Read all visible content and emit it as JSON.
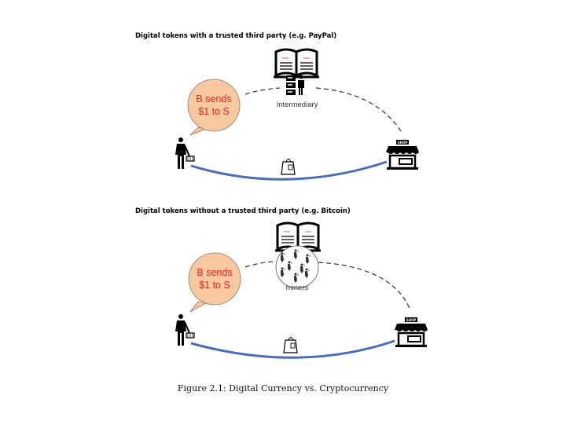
{
  "panels": [
    {
      "title": "Digital tokens with a trusted third party (e.g. PayPal)",
      "bubble": {
        "line1": "B sends",
        "line2": "$1 to S"
      },
      "middle_label": "Intermediary",
      "shop_sign": "SHOP",
      "icons": [
        "ledger-book-icon",
        "server-with-person-icon",
        "buyer-with-basket-icon",
        "shop-icon",
        "shopping-bag-icon"
      ]
    },
    {
      "title": "Digital tokens without a trusted third party (e.g. Bitcoin)",
      "bubble": {
        "line1": "B sends",
        "line2": "$1 to S"
      },
      "middle_label": "miners",
      "shop_sign": "SHOP",
      "icons": [
        "ledger-book-icon",
        "miners-circle-icon",
        "buyer-with-basket-icon",
        "shop-icon",
        "shopping-bag-icon"
      ]
    }
  ],
  "caption": "Figure 2.1: Digital Currency vs. Cryptocurrency",
  "colors": {
    "bubble_fill": "#f8c9a0",
    "bubble_text": "#e8201c",
    "arrow": "#4a6db4"
  }
}
